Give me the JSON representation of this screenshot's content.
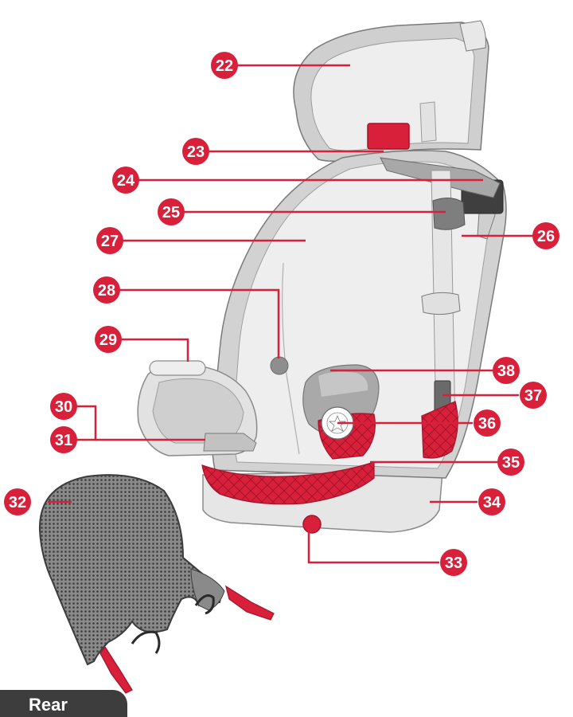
{
  "colors": {
    "accent": "#d8203a",
    "accent_dark": "#a4132a",
    "seat_light": "#eeeeee",
    "seat_mid": "#d6d6d6",
    "seat_dark": "#9e9e9e",
    "outline": "#555555",
    "tab_bg": "#3d3d3d"
  },
  "callouts": [
    {
      "id": "c22",
      "label": "22"
    },
    {
      "id": "c23",
      "label": "23"
    },
    {
      "id": "c24",
      "label": "24"
    },
    {
      "id": "c25",
      "label": "25"
    },
    {
      "id": "c26",
      "label": "26"
    },
    {
      "id": "c27",
      "label": "27"
    },
    {
      "id": "c28",
      "label": "28"
    },
    {
      "id": "c29",
      "label": "29"
    },
    {
      "id": "c30",
      "label": "30"
    },
    {
      "id": "c31",
      "label": "31"
    },
    {
      "id": "c32",
      "label": "32"
    },
    {
      "id": "c33",
      "label": "33"
    },
    {
      "id": "c34",
      "label": "34"
    },
    {
      "id": "c35",
      "label": "35"
    },
    {
      "id": "c36",
      "label": "36"
    },
    {
      "id": "c37",
      "label": "37"
    },
    {
      "id": "c38",
      "label": "38"
    }
  ],
  "tab": {
    "label": "Rear"
  }
}
